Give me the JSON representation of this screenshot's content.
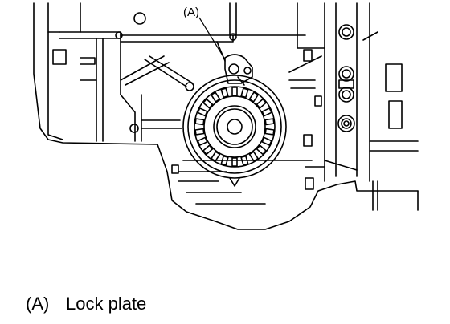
{
  "figure": {
    "callout_label": "(A)"
  },
  "legend": [
    {
      "key": "(A)",
      "text": "Lock plate"
    }
  ]
}
